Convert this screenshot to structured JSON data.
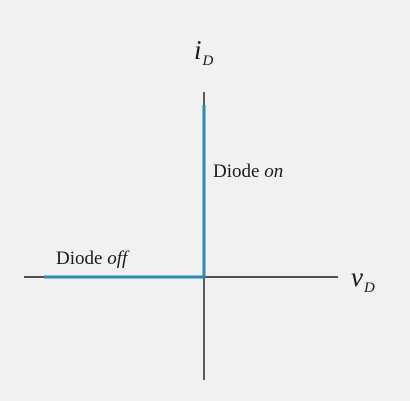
{
  "axes": {
    "y_symbol": "i",
    "y_subscript": "D",
    "x_symbol": "v",
    "x_subscript": "D"
  },
  "labels": {
    "on_prefix": "Diode ",
    "on_state": "on",
    "off_prefix": "Diode ",
    "off_state": "off"
  },
  "colors": {
    "background": "#f1f1f1",
    "axis": "#1a1a1a",
    "characteristic": "#2a8ab7"
  }
}
